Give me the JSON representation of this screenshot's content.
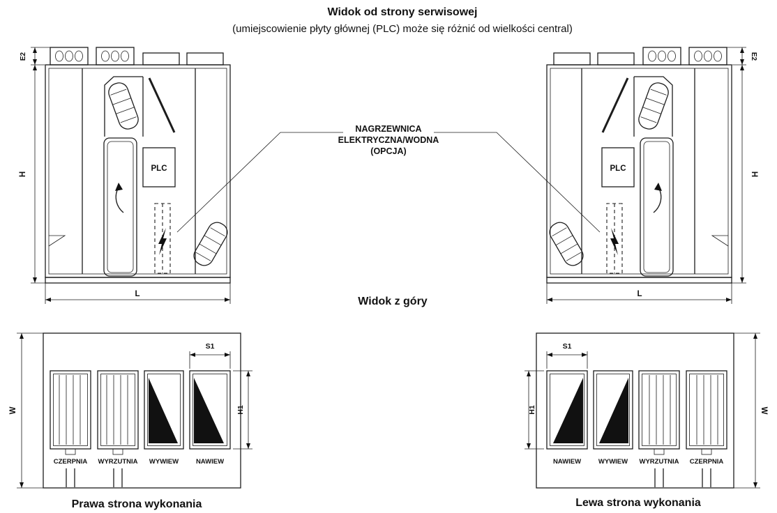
{
  "header": {
    "title": "Widok od strony serwisowej",
    "subtitle": "(umiejscowienie płyty głównej (PLC) może się różnić od wielkości central)"
  },
  "callout": {
    "line1": "NAGRZEWNICA",
    "line2": "ELEKTRYCZNA/WODNA",
    "line3": "(OPCJA)"
  },
  "sections": {
    "top_view_title": "Widok z góry",
    "caption_left_diagram": "Prawa strona wykonania",
    "caption_right_diagram": "Lewa strona wykonania"
  },
  "front_view": {
    "plc_label": "PLC",
    "dim_e2": "E2",
    "dim_h": "H",
    "dim_l": "L"
  },
  "top_view": {
    "dim_w": "W",
    "dim_s1": "S1",
    "dim_h1": "H1",
    "left_ports": [
      "CZERPNIA",
      "WYRZUTNIA",
      "WYWIEW",
      "NAWIEW"
    ],
    "right_ports": [
      "NAWIEW",
      "WYWIEW",
      "WYRZUTNIA",
      "CZERPNIA"
    ]
  }
}
